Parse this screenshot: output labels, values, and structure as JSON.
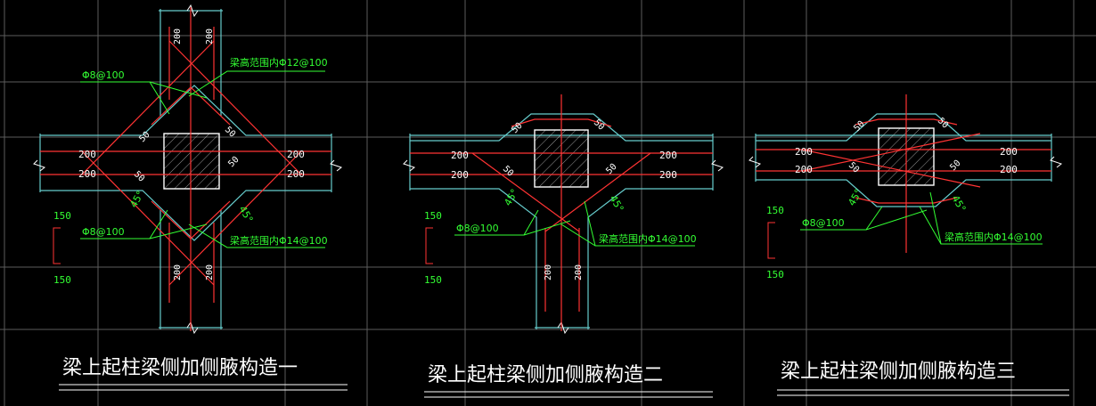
{
  "colors": {
    "background": "#000000",
    "grid": "#5c5c5c",
    "outline": "#66cccc",
    "rebar": "#ff3333",
    "dimension_text": "#ffffff",
    "leader": "#33ff33",
    "column_section": "#ffffff"
  },
  "details": [
    {
      "title": "梁上起柱梁侧加侧腋构造一",
      "dims_horizontal": [
        "200",
        "200",
        "200",
        "200"
      ],
      "dims_column": [
        "200",
        "200",
        "200",
        "200"
      ],
      "dims_chamfer": [
        "50",
        "50",
        "50",
        "50"
      ],
      "angles": [
        "45°",
        "45°"
      ],
      "notes": [
        "Φ8@100",
        "梁高范围内Φ12@100",
        "Φ8@100",
        "梁高范围内Φ14@100"
      ],
      "level_top": "150",
      "level_bottom": "150"
    },
    {
      "title": "梁上起柱梁侧加侧腋构造二",
      "dims_horizontal": [
        "200",
        "200",
        "200",
        "200"
      ],
      "dims_column": [
        "200",
        "200"
      ],
      "dims_chamfer": [
        "50",
        "50",
        "50",
        "50"
      ],
      "angles": [
        "45°",
        "45°"
      ],
      "notes": [
        "Φ8@100",
        "梁高范围内Φ14@100"
      ],
      "level_top": "150",
      "level_bottom": "150"
    },
    {
      "title": "梁上起柱梁侧加侧腋构造三",
      "dims_horizontal": [
        "200",
        "200",
        "200",
        "200"
      ],
      "dims_chamfer": [
        "50",
        "50",
        "50",
        "50"
      ],
      "angles": [
        "45°",
        "45°"
      ],
      "notes": [
        "Φ8@100",
        "梁高范围内Φ14@100"
      ],
      "level_top": "150",
      "level_bottom": "150"
    }
  ]
}
